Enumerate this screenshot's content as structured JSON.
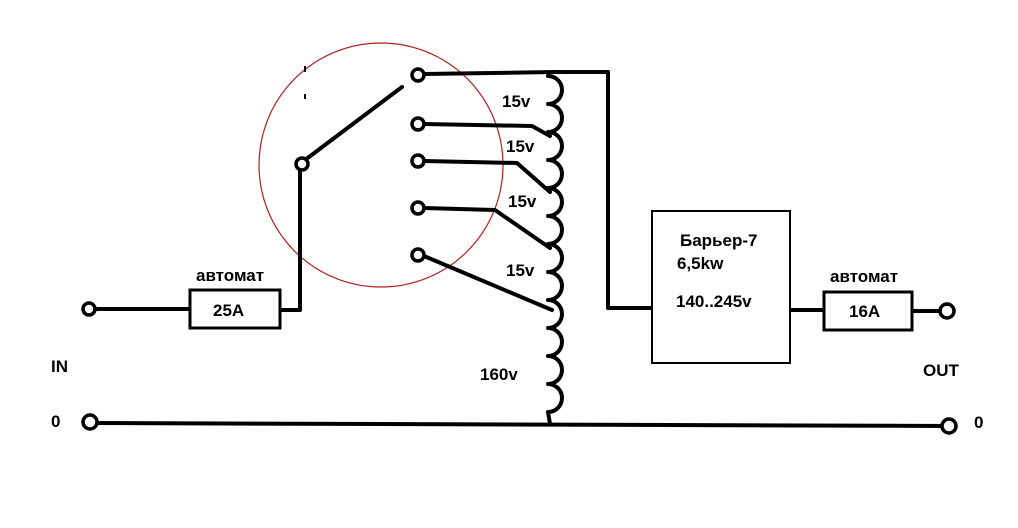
{
  "labels": {
    "in": "IN",
    "out": "OUT",
    "zero_in": "0",
    "zero_out": "0"
  },
  "breaker_in": {
    "caption": "автомат",
    "rating": "25A"
  },
  "breaker_out": {
    "caption": "автомат",
    "rating": "16A"
  },
  "stabilizer": {
    "name": "Барьер-7",
    "power": "6,5kw",
    "range": "140..245v"
  },
  "transformer": {
    "taps": [
      "15v",
      "15v",
      "15v",
      "15v"
    ],
    "base": "160v"
  },
  "colors": {
    "wire": "#000000",
    "selector_circle": "#b22222",
    "background": "#ffffff"
  }
}
